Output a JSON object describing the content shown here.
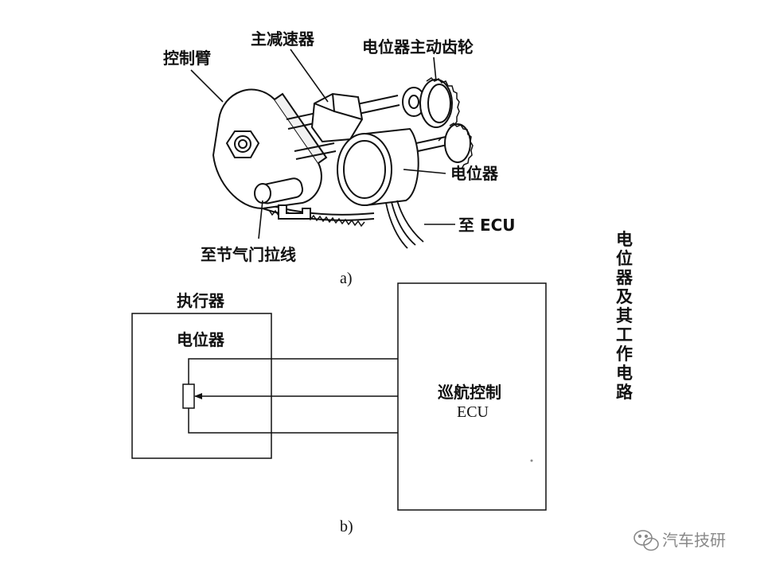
{
  "figure_a": {
    "label_arm": "控制臂",
    "label_reducer": "主减速器",
    "label_drive_gear": "电位器主动齿轮",
    "label_potentiometer": "电位器",
    "label_to_ecu": "至 ECU",
    "label_cable": "至节气门拉线",
    "caption": "a)"
  },
  "figure_b": {
    "actuator_title": "执行器",
    "potentiometer_label": "电位器",
    "ecu_line1": "巡航控制",
    "ecu_line2": "ECU",
    "caption": "b)"
  },
  "side_title": [
    "电",
    "位",
    "器",
    "及",
    "其",
    "工",
    "作",
    "电",
    "路"
  ],
  "watermark": {
    "text": "汽车技研",
    "icon": "wechat-icon"
  }
}
